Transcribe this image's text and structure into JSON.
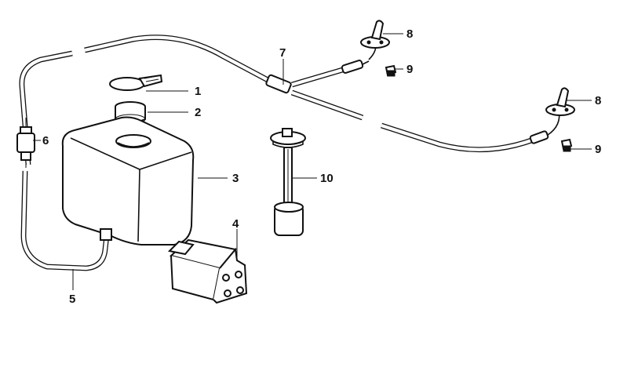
{
  "callouts": [
    {
      "id": "c1",
      "label": "1"
    },
    {
      "id": "c2",
      "label": "2"
    },
    {
      "id": "c3",
      "label": "3"
    },
    {
      "id": "c4",
      "label": "4"
    },
    {
      "id": "c5",
      "label": "5"
    },
    {
      "id": "c6",
      "label": "6"
    },
    {
      "id": "c7",
      "label": "7"
    },
    {
      "id": "c8a",
      "label": "8"
    },
    {
      "id": "c8b",
      "label": "8"
    },
    {
      "id": "c9a",
      "label": "9"
    },
    {
      "id": "c9b",
      "label": "9"
    },
    {
      "id": "c10",
      "label": "10"
    }
  ]
}
